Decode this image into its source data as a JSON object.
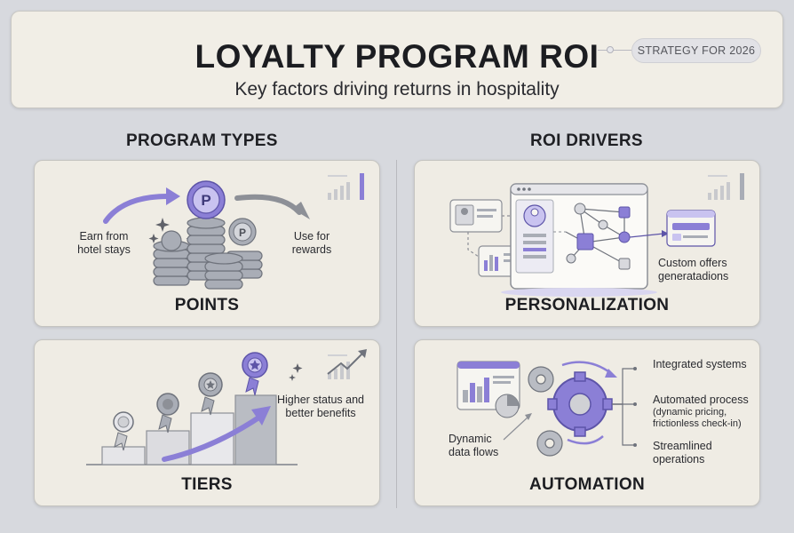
{
  "header": {
    "title": "LOYALTY PROGRAM ROI",
    "subtitle": "Key factors driving returns in hospitality",
    "badge": "STRATEGY FOR 2026"
  },
  "sections": {
    "left": "PROGRAM TYPES",
    "right": "ROI DRIVERS"
  },
  "cards": {
    "points": {
      "title": "POINTS",
      "earn": "Earn from hotel stays",
      "use": "Use for rewards",
      "coin_symbol": "P"
    },
    "personalization": {
      "title": "PERSONALIZATION",
      "offers": "Custom offers generatadions"
    },
    "tiers": {
      "title": "TIERS",
      "benefit": "Higher status and better benefits"
    },
    "automation": {
      "title": "AUTOMATION",
      "dynamic": "Dynamic data flows",
      "integrated": "Integrated systems",
      "automated": "Automated process",
      "automated_detail": "(dynamic pricing, frictionless check-in)",
      "streamlined": "Streamlined operations"
    }
  },
  "colors": {
    "accent": "#8b7fd6",
    "accent_light": "#c9c3f0",
    "accent_dark": "#5d54a8",
    "steel": "#a9adb6",
    "steel_dark": "#6f737c"
  }
}
